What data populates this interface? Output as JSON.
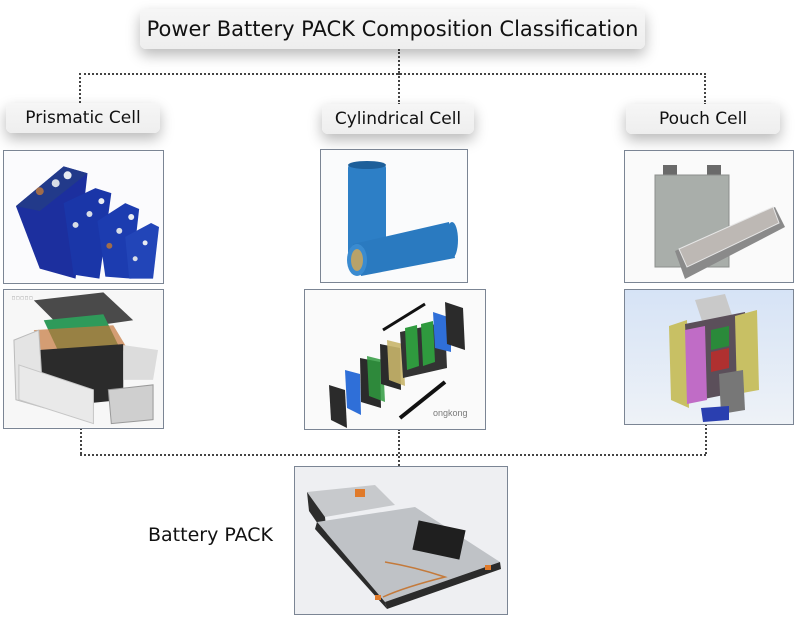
{
  "title": "Power Battery PACK Composition Classification",
  "categories": [
    {
      "id": "prismatic",
      "label": "Prismatic Cell",
      "images": [
        "prismatic-cells-photo",
        "prismatic-module-exploded-diagram"
      ]
    },
    {
      "id": "cylindrical",
      "label": "Cylindrical Cell",
      "images": [
        "cylindrical-cells-photo",
        "cylindrical-module-exploded-diagram"
      ]
    },
    {
      "id": "pouch",
      "label": "Pouch Cell",
      "images": [
        "pouch-cells-photo",
        "pouch-module-3d-render"
      ]
    }
  ],
  "result": {
    "label": "Battery PACK",
    "image": "battery-pack-photo"
  },
  "watermark": "ongkong",
  "colors": {
    "cell_blue": "#1f3fa8",
    "cylinder_blue": "#2f7fc4",
    "pouch_gray": "#b9b7b2",
    "connector": "#444444",
    "frame_border": "#7b8594"
  }
}
